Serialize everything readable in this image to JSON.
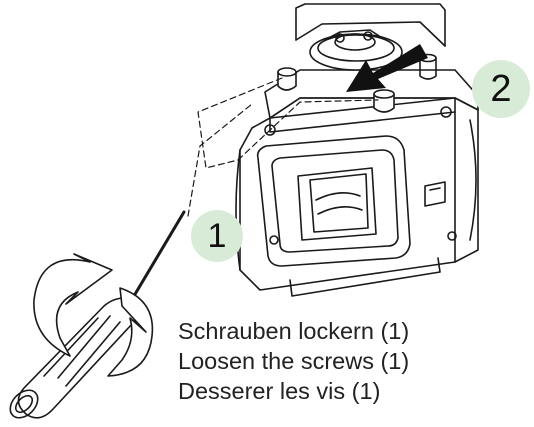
{
  "steps": {
    "step1_number": "1",
    "step2_number": "2"
  },
  "caption": {
    "german": "Schrauben lockern (1)",
    "english": "Loosen the screws (1)",
    "french": "Desserer les vis (1)"
  },
  "colors": {
    "badge_fill": "#d8ebd6",
    "line_art": "#1a1a1a",
    "text": "#222222"
  }
}
